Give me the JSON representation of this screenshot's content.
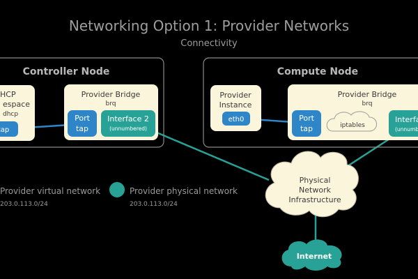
{
  "title": "Networking Option 1: Provider Networks",
  "subtitle": "Connectivity",
  "colors": {
    "background": "#000000",
    "panel_border": "#8a8a8a",
    "panel_label": "#b8b8b8",
    "cream": "#fbf5dc",
    "blue": "#2e86c8",
    "teal": "#28a296",
    "dark_text": "#3a3a3a",
    "legend_text": "#9a9a9a"
  },
  "controller": {
    "label": "Controller Node",
    "dhcp": {
      "line1": "HCP",
      "line2": "espace",
      "line3": "dhcp",
      "tap": "tap"
    },
    "bridge": {
      "title": "Provider Bridge",
      "sub": "brq"
    },
    "port": {
      "line1": "Port",
      "line2": "tap"
    },
    "iface": {
      "line1": "Interface 2",
      "line2": "(unnumbered)"
    }
  },
  "compute": {
    "label": "Compute Node",
    "instance": {
      "line1": "Provider",
      "line2": "Instance",
      "eth": "eth0"
    },
    "bridge": {
      "title": "Provider Bridge",
      "sub": "brq"
    },
    "port": {
      "line1": "Port",
      "line2": "tap"
    },
    "iptables": "iptables",
    "iface": {
      "line1": "Interfa",
      "line2": "(unnumb"
    }
  },
  "physical": {
    "line1": "Physical",
    "line2": "Network",
    "line3": "Infrastructure"
  },
  "internet": "Internet",
  "legend": {
    "virtual_label": "Provider virtual network",
    "virtual_sub": "203.0.113.0/24",
    "physical_label": "Provider physical network",
    "physical_sub": "203.0.113.0/24"
  }
}
